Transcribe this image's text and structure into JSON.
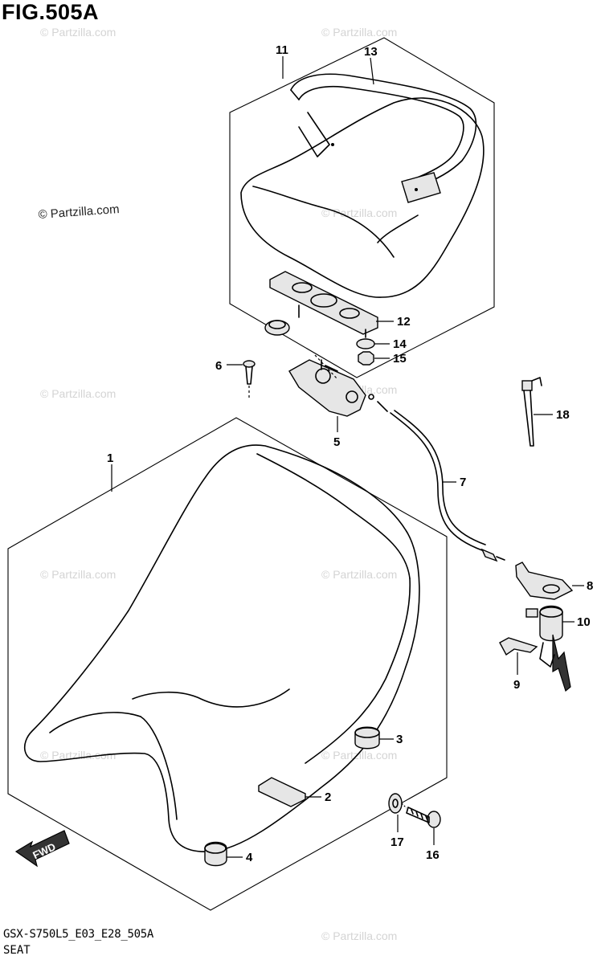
{
  "figure": {
    "title": "FIG.505A",
    "code": "GSX-S750L5_E03_E28_505A",
    "name": "SEAT"
  },
  "watermark": {
    "main": "© Partzilla.com",
    "faint": "© Partzilla.com"
  },
  "callouts": [
    {
      "id": "1",
      "label": "1"
    },
    {
      "id": "2",
      "label": "2"
    },
    {
      "id": "3",
      "label": "3"
    },
    {
      "id": "4",
      "label": "4"
    },
    {
      "id": "5",
      "label": "5"
    },
    {
      "id": "6",
      "label": "6"
    },
    {
      "id": "7",
      "label": "7"
    },
    {
      "id": "8",
      "label": "8"
    },
    {
      "id": "9",
      "label": "9"
    },
    {
      "id": "10",
      "label": "10"
    },
    {
      "id": "11",
      "label": "11"
    },
    {
      "id": "12",
      "label": "12"
    },
    {
      "id": "13",
      "label": "13"
    },
    {
      "id": "14",
      "label": "14"
    },
    {
      "id": "15",
      "label": "15"
    },
    {
      "id": "16",
      "label": "16"
    },
    {
      "id": "17",
      "label": "17"
    },
    {
      "id": "18",
      "label": "18"
    }
  ],
  "fwd_arrow": {
    "label": "FWD"
  }
}
